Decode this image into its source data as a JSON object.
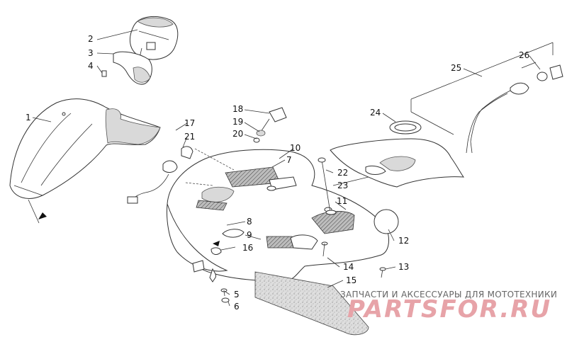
{
  "labels": [
    "1",
    "2",
    "3",
    "4",
    "5",
    "6",
    "7",
    "8",
    "9",
    "10",
    "11",
    "12",
    "13",
    "14",
    "15",
    "16",
    "17",
    "18",
    "19",
    "20",
    "21",
    "22",
    "23",
    "24",
    "25",
    "26"
  ],
  "banner": {
    "subtitle": "ЗАПЧАСТИ И АКСЕССУАРЫ ДЛЯ МОТОТЕХНИКИ",
    "logo": "PARTSFOR.RU"
  }
}
